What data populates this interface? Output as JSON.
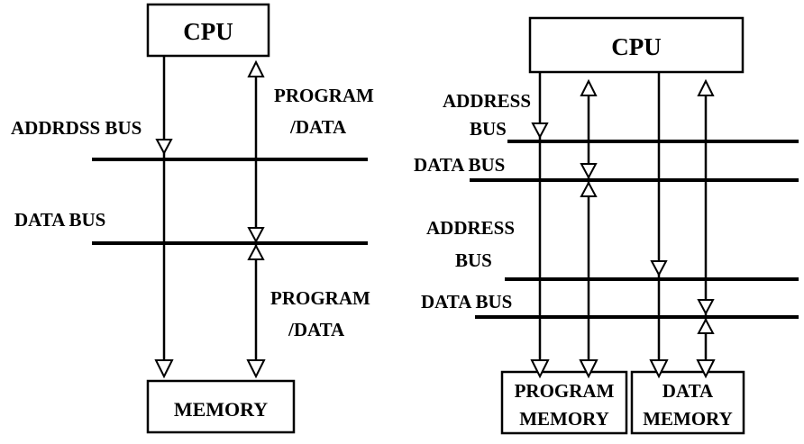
{
  "left": {
    "cpu_label": "CPU",
    "memory_label": "MEMORY",
    "address_bus_label": "ADDRDSS BUS",
    "data_bus_label": "DATA BUS",
    "program_data_upper": [
      "PROGRAM",
      "/DATA"
    ],
    "program_data_lower": [
      "PROGRAM",
      "/DATA"
    ]
  },
  "right": {
    "cpu_label": "CPU",
    "address_bus_1_label": [
      "ADDRESS",
      "BUS"
    ],
    "data_bus_1_label": "DATA BUS",
    "address_bus_2_label": [
      "ADDRESS",
      "BUS"
    ],
    "data_bus_2_label": "DATA BUS",
    "program_memory_label": [
      "PROGRAM",
      "MEMORY"
    ],
    "data_memory_label": [
      "DATA",
      "MEMORY"
    ]
  }
}
